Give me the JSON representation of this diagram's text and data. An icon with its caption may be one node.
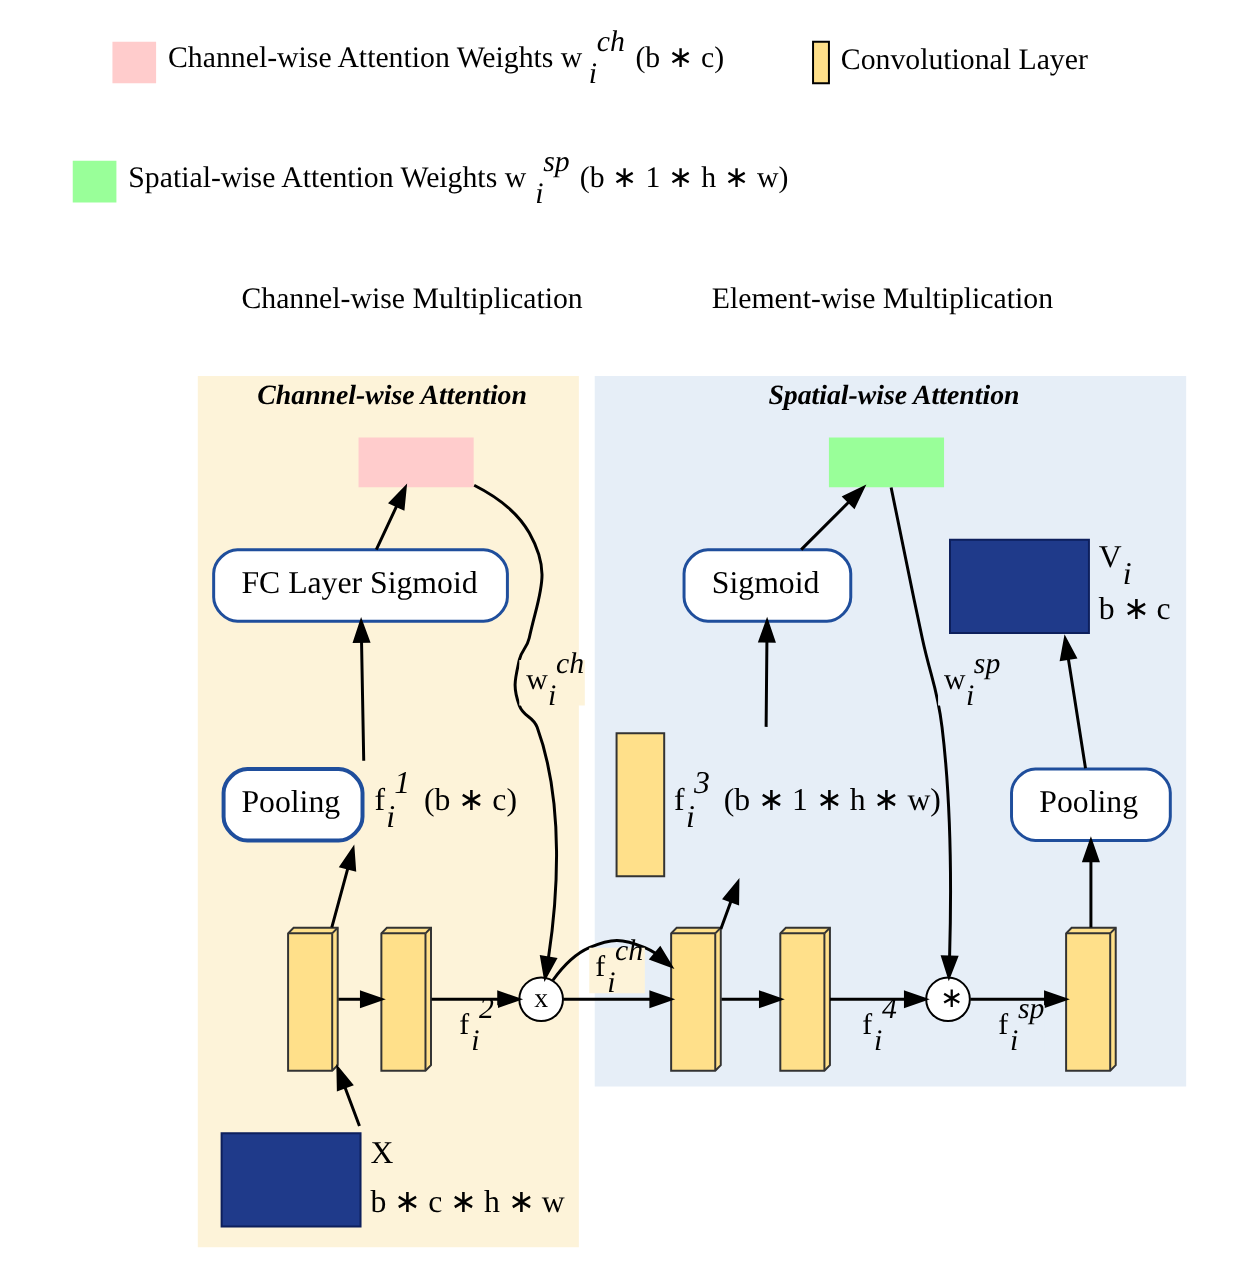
{
  "diagram": {
    "nodes": [
      {
        "text": [
          "Channel-wise Attention"
        ]
      },
      {
        "text": [
          "Spatial-wise Attention"
        ]
      },
      {
        "text": [],
        "shape": "box",
        "in": 0,
        "beside": [
          "X",
          "b ∗ c ∗ h ∗ w"
        ]
      },
      {
        "text": [
          "FC Layer Sigmoid"
        ],
        "in": 0
      },
      {
        "text": [
          "Pooling"
        ],
        "in": 0,
        "beside": [
          "f$_{i}$$^{1}$ (b ∗ c)"
        ]
      },
      {
        "text": [],
        "shape": "bar",
        "in": 0
      },
      {
        "text": [],
        "shape": "box",
        "in": 0
      },
      {
        "text": [],
        "shape": "box",
        "in": 0
      },
      {
        "text": [
          "x"
        ],
        "in": 0
      },
      {
        "text": [],
        "shape": "box",
        "in": 1
      },
      {
        "text": [],
        "shape": "box",
        "in": 1,
        "beside": [
          "f$_{i}$$^{3}$ (b ∗ 1 ∗ h ∗ w)"
        ]
      },
      {
        "text": [
          "Sigmoid"
        ],
        "in": 1
      },
      {
        "text": [],
        "shape": "bar",
        "in": 1
      },
      {
        "text": [],
        "shape": "box",
        "in": 1
      },
      {
        "text": [
          "∗"
        ],
        "in": 1
      },
      {
        "text": [],
        "shape": "box",
        "in": 1
      },
      {
        "text": [
          "Pooling"
        ],
        "in": 1
      },
      {
        "text": [],
        "shape": "box",
        "in": 1,
        "beside": [
          "V$_{i}$",
          "b ∗ c"
        ]
      }
    ],
    "edges": [
      {
        "from": 2,
        "to": 6,
        "arrow": "to"
      },
      {
        "from": 6,
        "to": 4,
        "arrow": "to"
      },
      {
        "from": 4,
        "to": 3,
        "arrow": "to"
      },
      {
        "from": 3,
        "to": 5,
        "arrow": "to"
      },
      {
        "from": 5,
        "to": 8,
        "arrow": "to",
        "label": "w$_{i}$$^{ch}$"
      },
      {
        "from": 6,
        "to": 7,
        "arrow": "to"
      },
      {
        "from": 7,
        "to": 8,
        "arrow": "to",
        "label": "f$_{i}$$^{2}$"
      },
      {
        "from": 8,
        "to": 9,
        "arrow": "to",
        "label": "f$_{i}$$^{ch}$"
      },
      {
        "from": 9,
        "to": 10,
        "arrow": "to"
      },
      {
        "from": 10,
        "to": 11,
        "arrow": "to"
      },
      {
        "from": 11,
        "to": 12,
        "arrow": "to"
      },
      {
        "from": 12,
        "to": 14,
        "arrow": "to",
        "label": "w$_{i}$$^{sp}$"
      },
      {
        "from": 9,
        "to": 13,
        "arrow": "to"
      },
      {
        "from": 13,
        "to": 14,
        "arrow": "to",
        "label": "f$_{i}$$^{4}$"
      },
      {
        "from": 14,
        "to": 15,
        "arrow": "to",
        "label": "f$_{i}$$^{sp}$"
      },
      {
        "from": 15,
        "to": 16,
        "arrow": "to"
      },
      {
        "from": 16,
        "to": 17,
        "arrow": "to"
      }
    ],
    "legend": [
      {
        "text": "Channel-wise Attention Weights w$_{i}$$^{ch}$ (b ∗ c)",
        "color": "#ffcccc"
      },
      {
        "text": "Convolutional Layer"
      },
      {
        "text": "Spatial-wise Attention Weights w$_{i}$$^{sp}$ (b ∗ 1 ∗ h ∗ w)",
        "color": "#99ff99"
      },
      {
        "text": "Channel-wise Multiplication"
      },
      {
        "text": "Element-wise Multiplication"
      }
    ]
  }
}
